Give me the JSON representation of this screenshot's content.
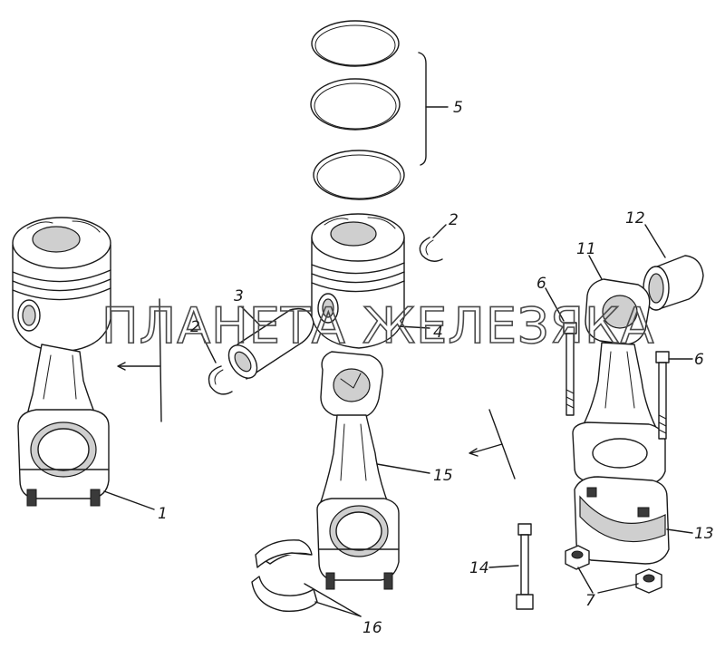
{
  "watermark": "ПЛАНЕТА ЖЕЛЕЗЯКА",
  "callouts": {
    "c1": "1",
    "c2a": "2",
    "c2b": "2",
    "c3": "3",
    "c4": "4",
    "c5": "5",
    "c6a": "6",
    "c6b": "6",
    "c7": "7",
    "c11": "11",
    "c12": "12",
    "c13": "13",
    "c14": "14",
    "c15": "15",
    "c16": "16"
  }
}
